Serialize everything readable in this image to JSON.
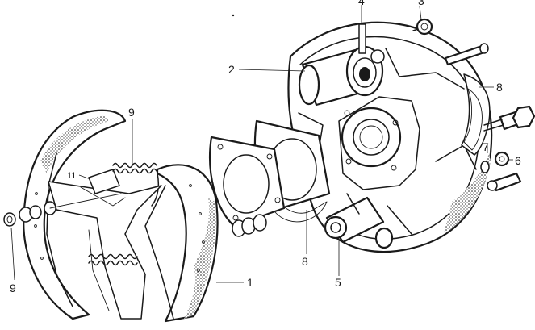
{
  "callouts": {
    "c1": "1",
    "c2": "2",
    "c3": "3",
    "c4": "4",
    "c5": "5",
    "c6": "6",
    "c7": "7",
    "c8a": "8",
    "c8b": "8",
    "c9a": "9",
    "c9b": "9",
    "c11": "11"
  },
  "colors": {
    "ink": "#1a1a1a",
    "paper": "#ffffff"
  }
}
